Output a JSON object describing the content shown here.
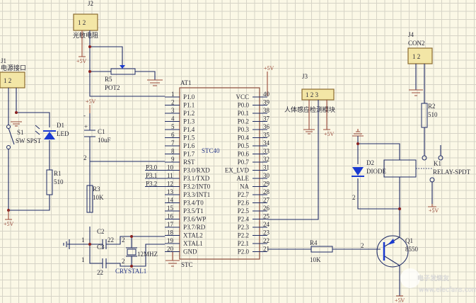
{
  "j1": {
    "ref": "J1",
    "name": "电源接口",
    "pins": "1 2"
  },
  "j2": {
    "ref": "J2",
    "name": "光敏电阻",
    "pins": "1 2"
  },
  "j3": {
    "ref": "J3",
    "name": "人体感应检测模块",
    "pins": "1 2 3"
  },
  "j4": {
    "ref": "J4",
    "name": "CON2",
    "pins": "1 2"
  },
  "power_label": "+5V",
  "s1": {
    "ref": "S1",
    "value": "SW SPST"
  },
  "d1": {
    "ref": "D1",
    "value": "LED"
  },
  "r1": {
    "ref": "R1",
    "value": "510"
  },
  "r2": {
    "ref": "R2",
    "value": "510"
  },
  "r3": {
    "ref": "R3",
    "value": "10K"
  },
  "r4": {
    "ref": "R4",
    "value": "10K"
  },
  "r5": {
    "ref": "R5",
    "value": "POT2"
  },
  "c1": {
    "ref": "C1",
    "value": "10uF"
  },
  "c2": {
    "ref": "C2",
    "value": "22"
  },
  "c3": {
    "ref": "C3",
    "value": "22"
  },
  "y1": {
    "ref": "CRYSTAL1",
    "value": "12MHZ"
  },
  "d2": {
    "ref": "D2",
    "value": "DIODE"
  },
  "k1": {
    "ref": "K1",
    "value": "RELAY-SPDT"
  },
  "q1": {
    "ref": "Q1",
    "value": "8550"
  },
  "chip": {
    "ref": "AT1",
    "value": "STC40",
    "gnd_net": "STC",
    "left_pins": [
      "P1.0",
      "P1.1",
      "P1.2",
      "P1.3",
      "P1.4",
      "P1.5",
      "P1.6",
      "P1.7",
      "RST",
      "P3.0/RXD",
      "P3.1/TXD",
      "P3.2/INT0",
      "P3.3/INT1",
      "P3.4/T0",
      "P3.5/T1",
      "P3.6/WP",
      "P3.7/RD",
      "XTAL2",
      "XTAL1",
      "GND"
    ],
    "right_pins": [
      "VCC",
      "P0.0",
      "P0.1",
      "P0.2",
      "P0.3",
      "P0.4",
      "P0.5",
      "P0.6",
      "P0.7",
      "EX_LVD",
      "ALE",
      "NA",
      "P2.7",
      "P2.6",
      "P2.5",
      "P2.4",
      "P2.3",
      "P2.2",
      "P2.1",
      "P2.0"
    ],
    "net_labels": [
      "P3.0",
      "P3.1",
      "P3.2"
    ]
  },
  "pin_marks": {
    "one": "1",
    "two": "2"
  },
  "watermark": "电子发烧友 www.elecfans.com"
}
